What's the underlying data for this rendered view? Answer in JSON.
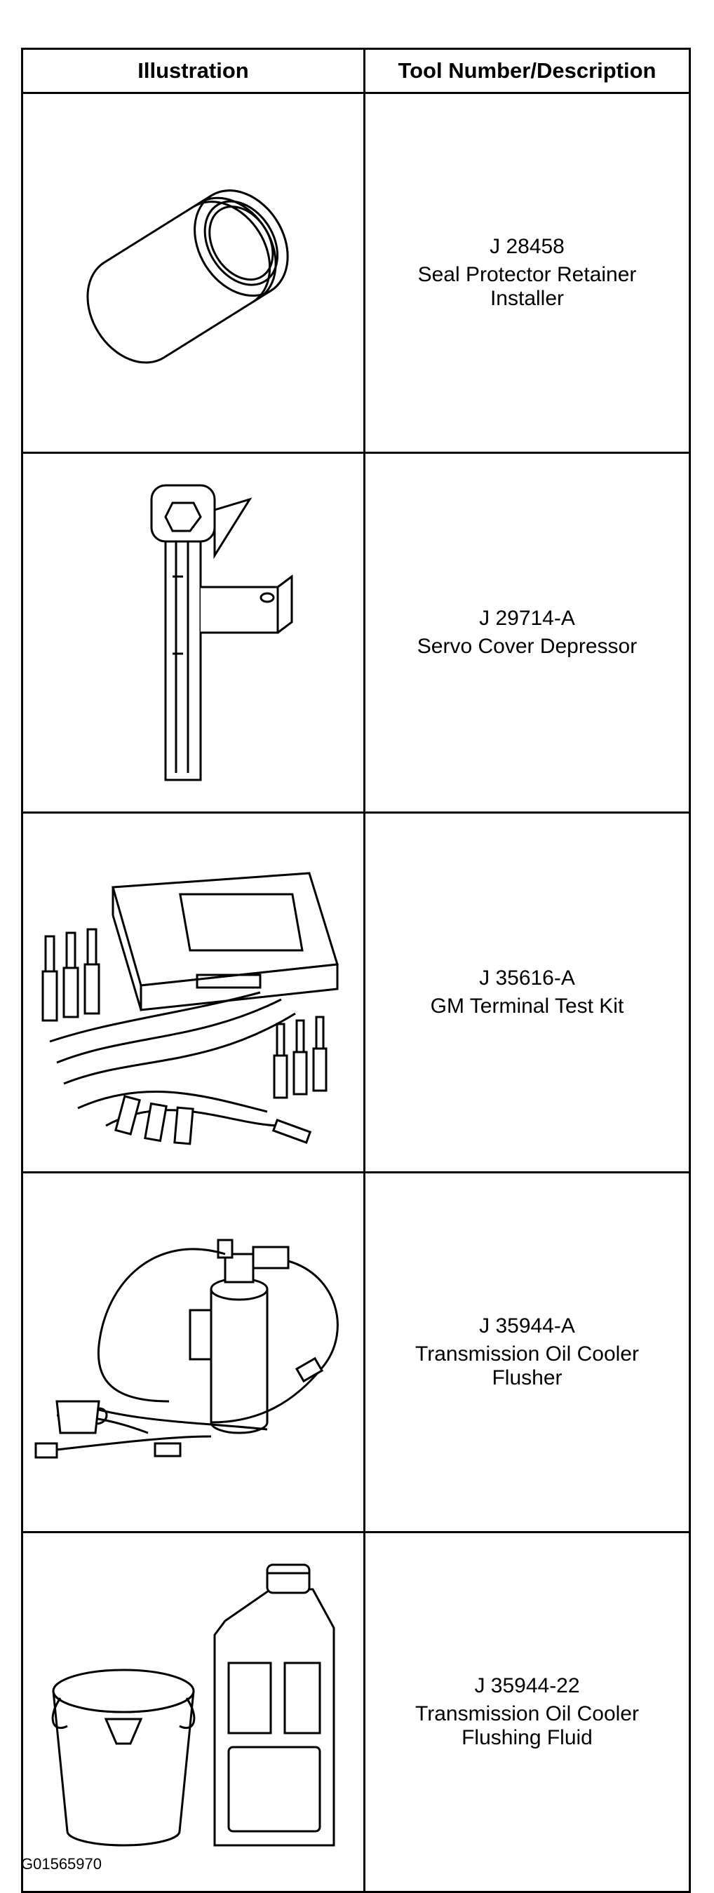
{
  "table": {
    "headers": {
      "illustration": "Illustration",
      "tool": "Tool Number/Description"
    },
    "rows": [
      {
        "number": "J 28458",
        "description": "Seal Protector Retainer Installer",
        "icon": "seal-protector-retainer-installer-icon"
      },
      {
        "number": "J 29714-A",
        "description": "Servo Cover Depressor",
        "icon": "servo-cover-depressor-icon"
      },
      {
        "number": "J 35616-A",
        "description": "GM Terminal Test Kit",
        "icon": "terminal-test-kit-icon"
      },
      {
        "number": "J 35944-A",
        "description": "Transmission Oil Cooler Flusher",
        "icon": "oil-cooler-flusher-icon"
      },
      {
        "number": "J 35944-22",
        "description": "Transmission Oil Cooler Flushing Fluid",
        "icon": "flushing-fluid-icon"
      }
    ]
  },
  "figure_id": "G01565970"
}
